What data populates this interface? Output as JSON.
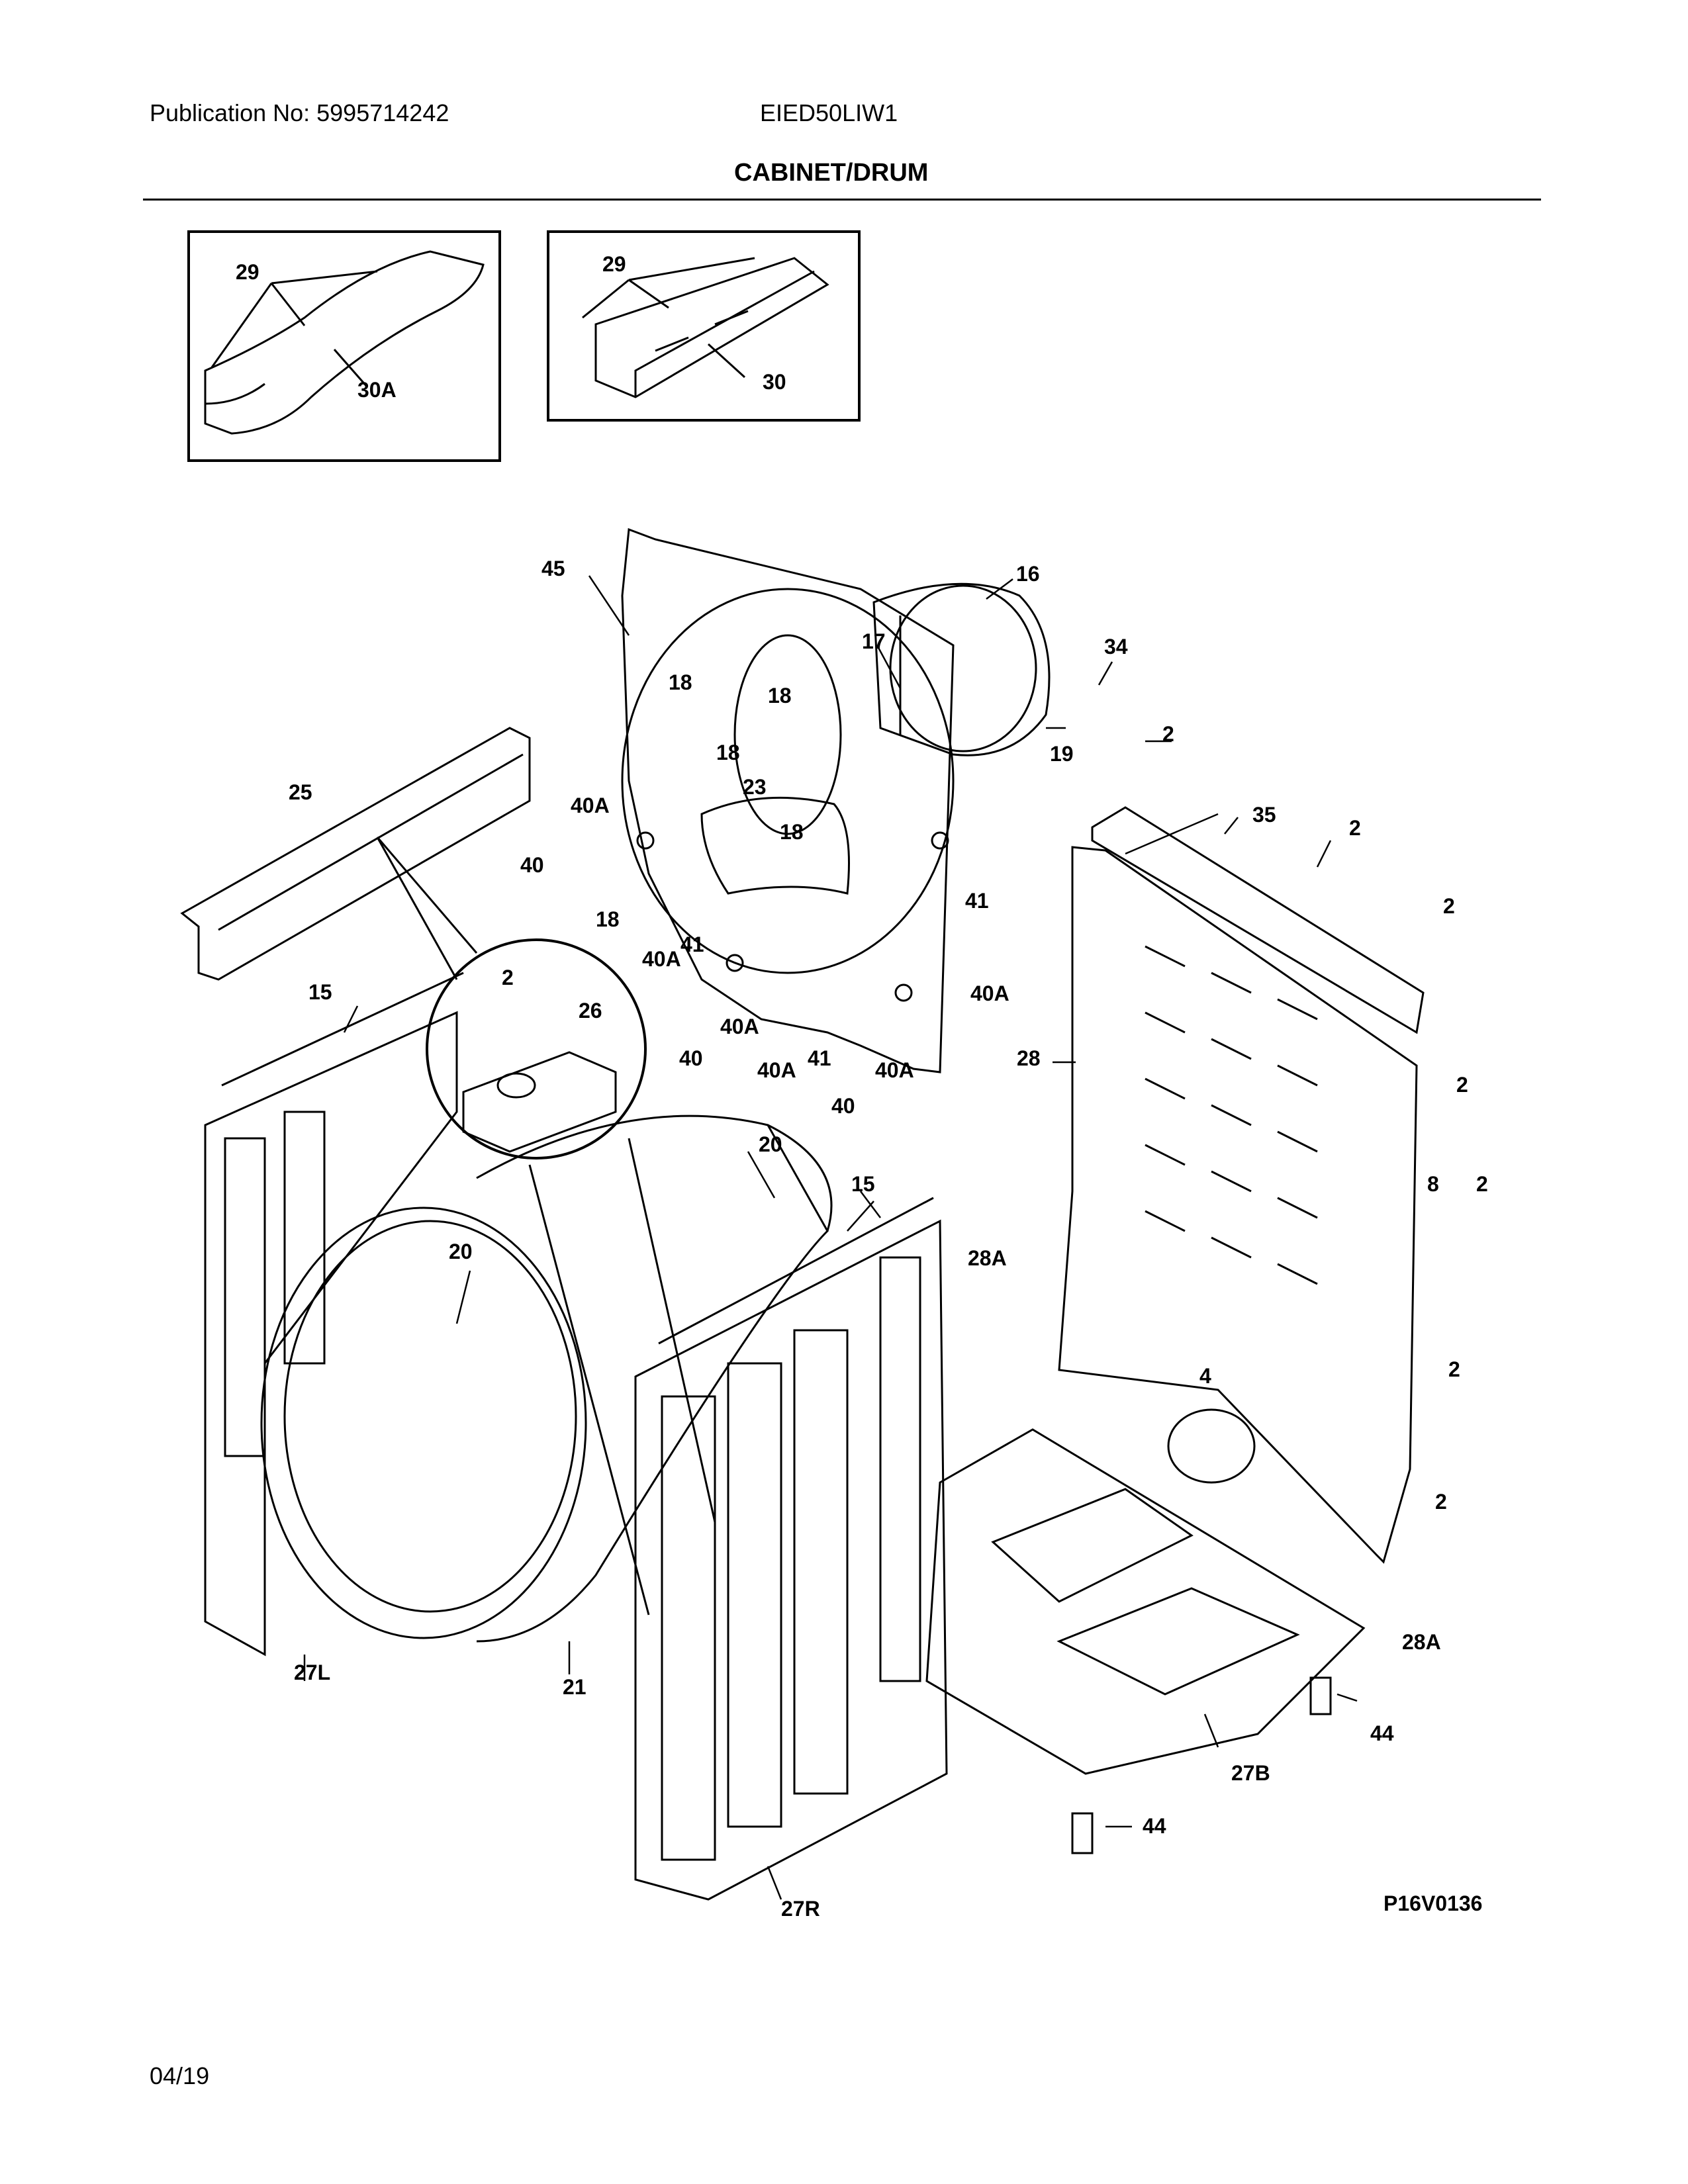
{
  "header": {
    "publication": "Publication No: 5995714242",
    "model": "EIED50LIW1",
    "title": "CABINET/DRUM"
  },
  "footer": {
    "figure_code": "P16V0136",
    "date": "04/19"
  },
  "callouts": {
    "c29a": "29",
    "c30a": "30A",
    "c29b": "29",
    "c30": "30",
    "c45": "45",
    "c16": "16",
    "c17": "17",
    "c34": "34",
    "c19": "19",
    "c18a": "18",
    "c18b": "18",
    "c18c": "18",
    "c18d": "18",
    "c18e": "18",
    "c23": "23",
    "c25": "25",
    "c40Aa": "40A",
    "c40a": "40",
    "c40Ab": "40A",
    "c41a": "41",
    "c41b": "41",
    "c40Ac": "40A",
    "c40b": "40",
    "c40Ad": "40A",
    "c41c": "41",
    "c40Ae": "40A",
    "c40c": "40",
    "c2a": "2",
    "c35": "35",
    "c2b": "2",
    "c2c": "2",
    "c15a": "15",
    "c2d": "2",
    "c26": "26",
    "c20a": "20",
    "c15b": "15",
    "c20b": "20",
    "c28": "28",
    "c2e": "2",
    "c8": "8",
    "c2f": "2",
    "c28Aa": "28A",
    "c2g": "2",
    "c4": "4",
    "c2h": "2",
    "c28Ab": "28A",
    "c27L": "27L",
    "c21": "21",
    "c44a": "44",
    "c27B": "27B",
    "c44b": "44",
    "c27R": "27R"
  }
}
